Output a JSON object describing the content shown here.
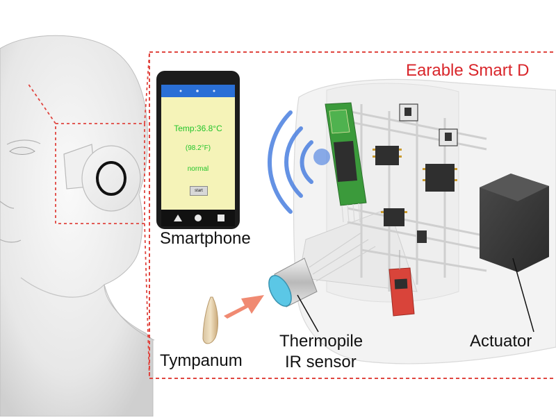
{
  "title": "Earable Smart D",
  "labels": {
    "smartphone": "Smartphone",
    "tympanum": "Tympanum",
    "thermopile_line1": "Thermopile",
    "thermopile_line2": "IR sensor",
    "actuator": "Actuator"
  },
  "phone_screen": {
    "temp_c": "Temp:36.8°C",
    "temp_f": "(98.2°F)",
    "status": "normal",
    "button": "start"
  },
  "colors": {
    "title_red": "#d9262b",
    "dash_red": "#e0453f",
    "screen_bg": "#f5f3b8",
    "screen_text": "#22c42a",
    "wifi_blue": "#4a7fe0",
    "pcb_green": "#3b9a3b",
    "arrow_salmon": "#f08a72",
    "lens_cyan": "#5bc7e6",
    "red_board": "#d9443a"
  }
}
